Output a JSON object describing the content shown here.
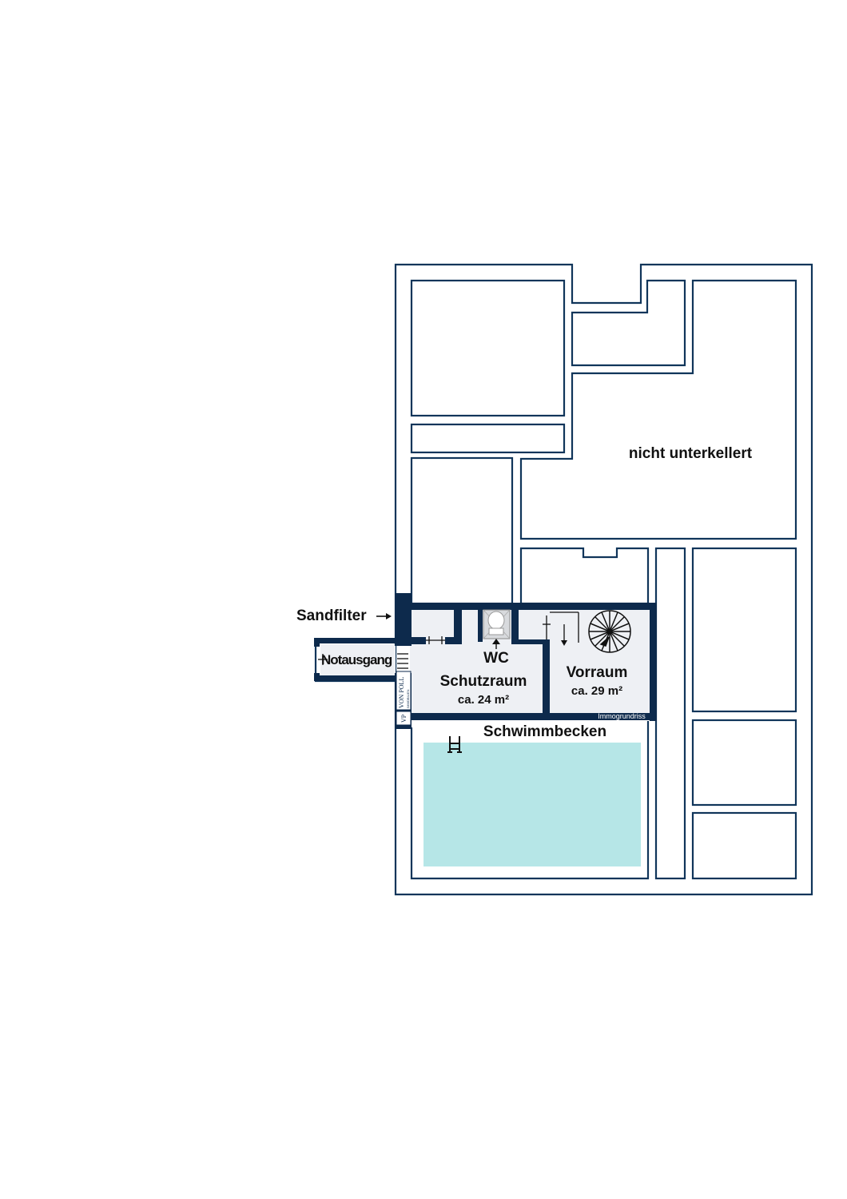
{
  "labels": {
    "not_basement": "nicht unterkellert",
    "sandfilter": "Sandfilter",
    "emergency_exit": "Notausgang",
    "wc": "WC",
    "shelter_room": "Schutzraum",
    "shelter_area": "ca. 24 m²",
    "anteroom": "Vorraum",
    "anteroom_area": "ca. 29 m²",
    "pool": "Schwimmbecken",
    "watermark": "Immogrundriss"
  },
  "branding": {
    "logo_text": "VON POLL",
    "logo_subtext": "IMMOBILIEN",
    "logo_monogram": "VP"
  },
  "icons": [
    "arrow-right-icon",
    "arrow-up-icon",
    "toilet-icon",
    "spiral-staircase-icon",
    "pool-ladder-icon",
    "door-swing-icon"
  ],
  "colors": {
    "wall": "#0d2a4c",
    "outline": "#10355a",
    "basement_floor": "#eef0f4",
    "pool_water": "#b6e6e7"
  }
}
